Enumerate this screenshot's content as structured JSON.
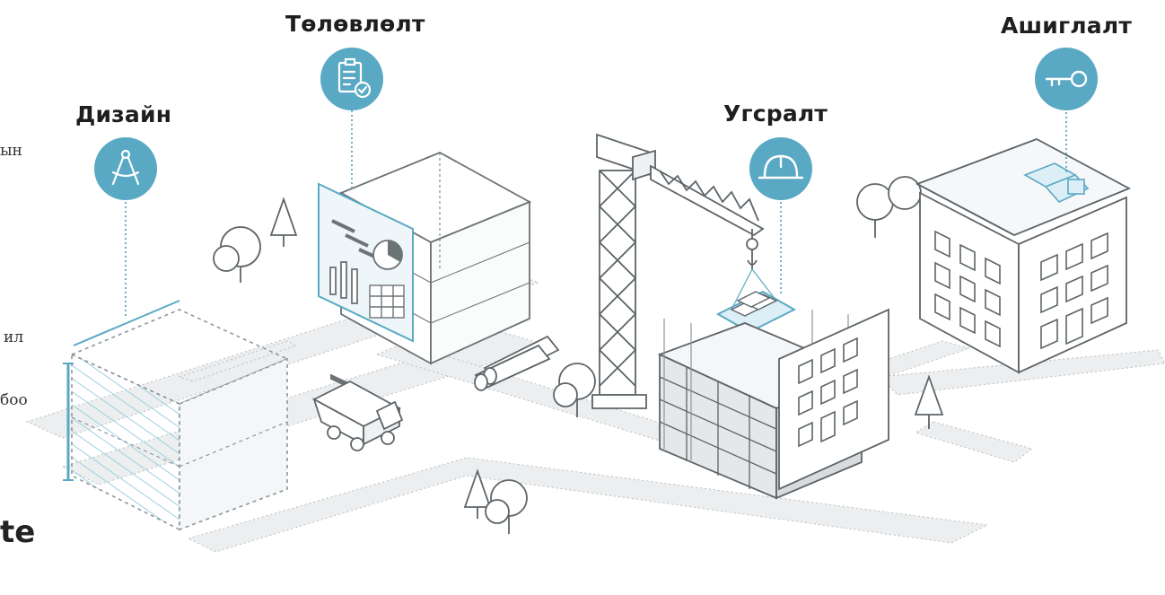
{
  "stages": [
    {
      "label": "Дизайн",
      "icon": "compass-icon"
    },
    {
      "label": "Төлөвлөлт",
      "icon": "clipboard-chart-icon"
    },
    {
      "label": "Угсралт",
      "icon": "hardhat-icon"
    },
    {
      "label": "Ашиглалт",
      "icon": "key-icon"
    }
  ],
  "cut_text": [
    "ын",
    "ил",
    "бoo",
    "te"
  ],
  "colors": {
    "accent": "#5aa9c4",
    "accent_light": "#9fd0e0",
    "line": "#5d6468",
    "road": "#eceeef"
  }
}
